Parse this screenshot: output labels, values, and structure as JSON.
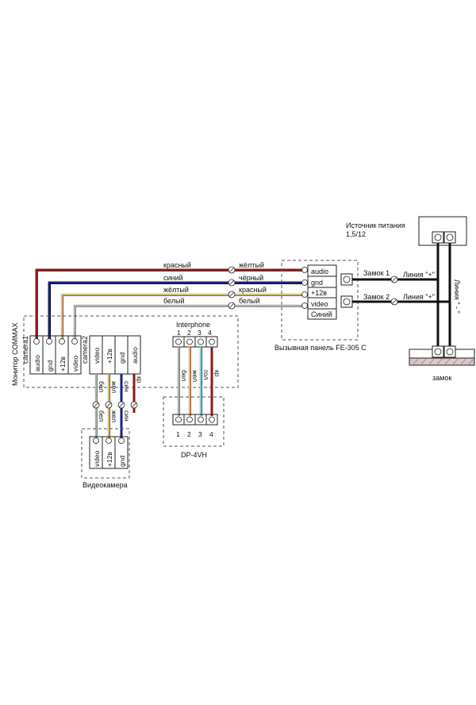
{
  "monitor": {
    "title": "Монитор COMMAX",
    "camera1_label": "camera1",
    "camera1_terminals": [
      "audio",
      "gnd",
      "+12в",
      "video"
    ],
    "camera2_label": "camera2",
    "camera2_terminals": [
      "video",
      "+12в",
      "gnd",
      "audio"
    ]
  },
  "interphone": {
    "title": "Interphone",
    "numbers": [
      "1",
      "2",
      "3",
      "4"
    ],
    "wires": [
      "бел",
      "жел",
      "гол",
      "кр"
    ]
  },
  "dp4vh": {
    "title": "DP-4VH",
    "numbers": [
      "1",
      "2",
      "3",
      "4"
    ]
  },
  "videocamera": {
    "title": "Видеокамера",
    "terminals": [
      "video",
      "+12в",
      "gnd"
    ],
    "wires": [
      "бел",
      "жел",
      "син",
      "кр"
    ]
  },
  "panel": {
    "title": "Вызывная панель FE-305 С",
    "terminals": [
      "audio",
      "gnd",
      "+12в",
      "video",
      "Синий"
    ]
  },
  "wires_panel": {
    "monitor_side": [
      "красный",
      "синий",
      "жёлтый",
      "белый"
    ],
    "panel_side": [
      "жёлтый",
      "чёрный",
      "красный",
      "белый"
    ]
  },
  "lock_lines": {
    "lock1": "Замок 1",
    "lock2": "Замок 2",
    "line_plus_1": "Линия \"+\"",
    "line_plus_2": "Линия \"+\"",
    "line_minus": "Линия \" - \""
  },
  "power": {
    "title": "Источник питания",
    "spec": "1,5/12"
  },
  "lock": {
    "title": "замок"
  },
  "colors": {
    "red": "#8b1a1a",
    "blue": "#1a237e",
    "yellow": "#c9c27a",
    "white": "#c8c8c8",
    "black": "#111111",
    "green": "#2e7d32"
  }
}
